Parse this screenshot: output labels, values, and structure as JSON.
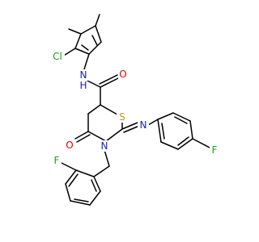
{
  "molecule": {
    "atoms": {
      "cl": "Cl",
      "nh": "N\nH",
      "n_label": "N",
      "h_label": "H",
      "o_amide": "O",
      "s_ring": "S",
      "n_imine": "N",
      "n_ring": "N",
      "o_ring": "O",
      "f_para": "F",
      "f_ortho": "F"
    },
    "colors": {
      "bond": "#000000",
      "chlorine": "#1fa01f",
      "nitrogen": "#2020c8",
      "oxygen": "#e00000",
      "sulfur": "#b8a000",
      "fluorine": "#1fa01f",
      "carbon": "#000000"
    }
  }
}
